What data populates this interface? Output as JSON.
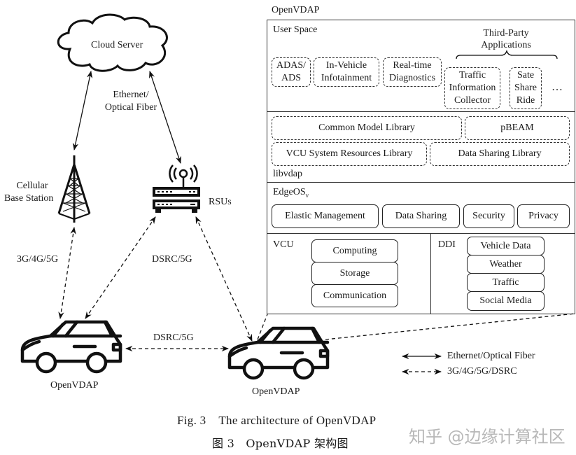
{
  "network": {
    "cloud_label": "Cloud Server",
    "backhaul_label_line1": "Ethernet/",
    "backhaul_label_line2": "Optical Fiber",
    "base_station_line1": "Cellular",
    "base_station_line2": "Base Station",
    "rsu_label": "RSUs",
    "cellular_link_label": "3G/4G/5G",
    "rsu_link_label": "DSRC/5G",
    "v2v_link_label": "DSRC/5G",
    "vehicle_left_label": "OpenVDAP",
    "vehicle_right_label": "OpenVDAP"
  },
  "legend": {
    "solid_label": "Ethernet/Optical Fiber",
    "dashed_label": "3G/4G/5G/DSRC"
  },
  "openvdap": {
    "title": "OpenVDAP",
    "user_space": {
      "title": "User Space",
      "third_party_line1": "Third-Party",
      "third_party_line2": "Applications",
      "apps": [
        {
          "line1": "ADAS/",
          "line2": "ADS"
        },
        {
          "line1": "In-Vehicle",
          "line2": "Infotainment"
        },
        {
          "line1": "Real-time",
          "line2": "Diagnostics"
        }
      ],
      "third_party_apps": [
        {
          "line1": "Traffic",
          "line2": "Information",
          "line3": "Collector"
        },
        {
          "line1": "Sate",
          "line2": "Share",
          "line3": "Ride"
        }
      ],
      "more": "…"
    },
    "libvdap": {
      "title": "libvdap",
      "libraries": [
        "Common Model Library",
        "pBEAM",
        "VCU System Resources Library",
        "Data Sharing Library"
      ]
    },
    "edgeos": {
      "title": "EdgeOS",
      "subscript": "v",
      "modules": [
        "Elastic Management",
        "Data Sharing",
        "Security",
        "Privacy"
      ]
    },
    "vcu": {
      "title": "VCU",
      "items": [
        "Computing",
        "Storage",
        "Communication"
      ]
    },
    "ddi": {
      "title": "DDI",
      "items": [
        "Vehicle Data",
        "Weather",
        "Traffic",
        "Social Media"
      ]
    }
  },
  "caption": {
    "english": "Fig. 3    The architecture of OpenVDAP",
    "chinese": "图 3   OpenVDAP 架构图"
  },
  "watermark": "知乎 @边缘计算社区"
}
